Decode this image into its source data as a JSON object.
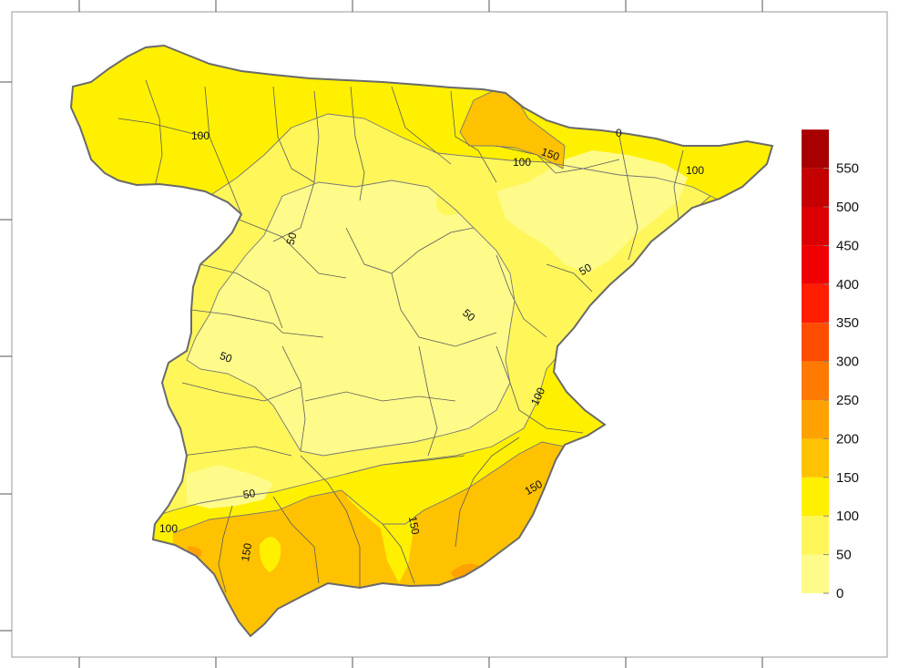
{
  "colors": {
    "background": "#ffffff",
    "frame": "#9a9a9a",
    "coast": "#6a6a6a",
    "border": "#5a5a5a",
    "contour": "#777777",
    "class_0_50": "#FFFB8A",
    "class_50_100": "#FFF65A",
    "class_100_150": "#FFF000",
    "class_150_200": "#FFC200",
    "class_200_250": "#FFA200",
    "class_250_300": "#FF7A00",
    "class_300_350": "#FF4D00",
    "class_350_400": "#FF1E00",
    "class_400_450": "#F00000",
    "class_450_500": "#DC0000",
    "class_500_550": "#C40000",
    "class_550_600": "#A80000"
  },
  "legend": {
    "bins": [
      {
        "from": 0,
        "to": 50,
        "color": "#FFFB8A"
      },
      {
        "from": 50,
        "to": 100,
        "color": "#FFF65A"
      },
      {
        "from": 100,
        "to": 150,
        "color": "#FFF000"
      },
      {
        "from": 150,
        "to": 200,
        "color": "#FFC200"
      },
      {
        "from": 200,
        "to": 250,
        "color": "#FFA200"
      },
      {
        "from": 250,
        "to": 300,
        "color": "#FF7A00"
      },
      {
        "from": 300,
        "to": 350,
        "color": "#FF4D00"
      },
      {
        "from": 350,
        "to": 400,
        "color": "#FF1E00"
      },
      {
        "from": 400,
        "to": 450,
        "color": "#F00000"
      },
      {
        "from": 450,
        "to": 500,
        "color": "#DC0000"
      },
      {
        "from": 500,
        "to": 550,
        "color": "#C40000"
      },
      {
        "from": 550,
        "to": 600,
        "color": "#A80000"
      }
    ],
    "labels": [
      "0",
      "50",
      "100",
      "150",
      "200",
      "250",
      "300",
      "350",
      "400",
      "450",
      "500",
      "550"
    ]
  },
  "contour_labels": [
    "0",
    "100",
    "150",
    "100",
    "100",
    "50",
    "50",
    "50",
    "50",
    "100",
    "50",
    "150",
    "100",
    "150",
    "150"
  ]
}
